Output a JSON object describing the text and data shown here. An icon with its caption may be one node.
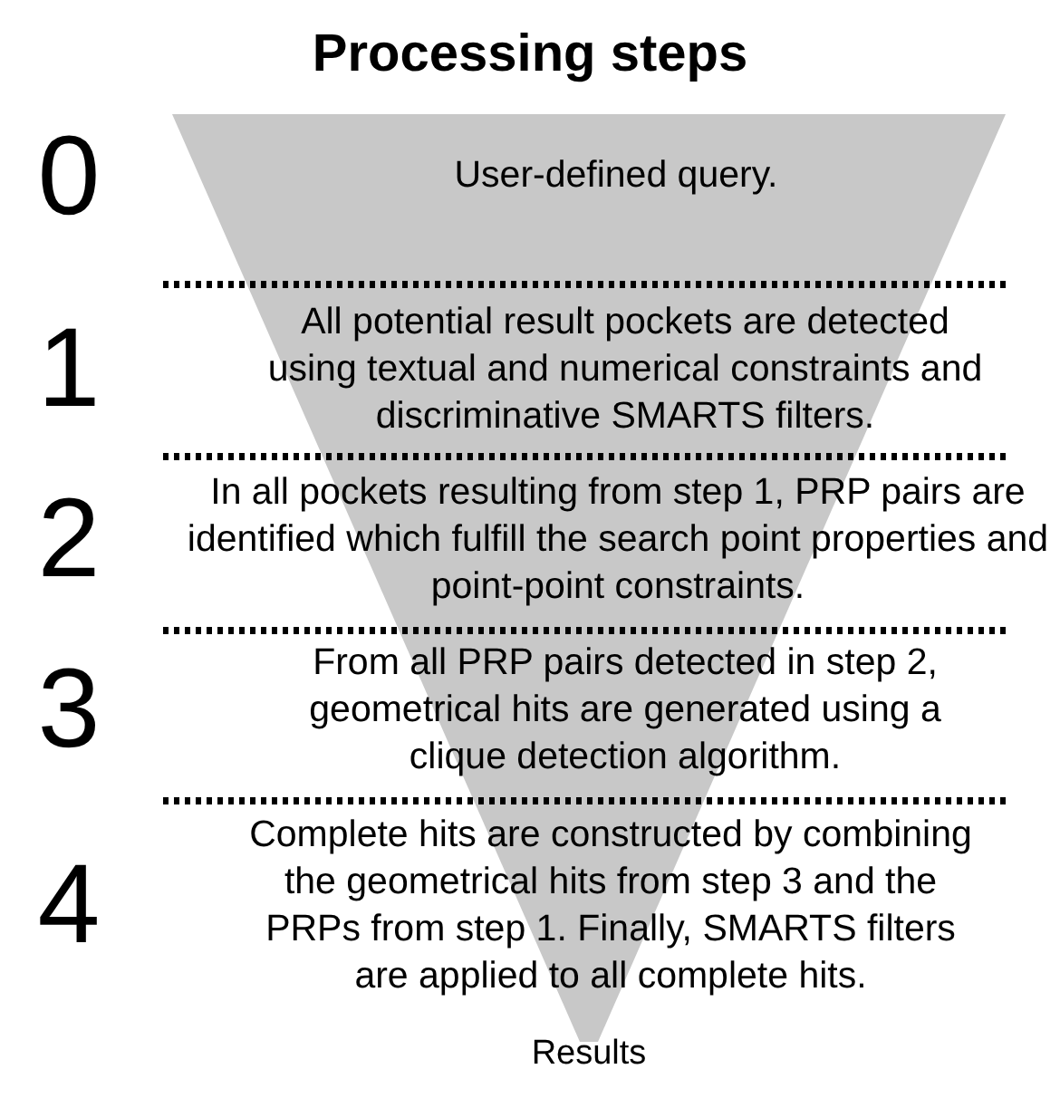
{
  "diagram": {
    "title": "Processing steps",
    "nodes": [
      {
        "text": [
          "User-defined query."
        ]
      },
      {
        "text": [
          "All potential result pockets are detected using textual and numerical constraints and discriminative SMARTS filters."
        ]
      },
      {
        "text": [
          "In all pockets resulting from step 1, PRP pairs are identified which fulfill the search point properties and point-point constraints."
        ]
      },
      {
        "text": [
          "From all PRP pairs detected in step 2, geometrical hits are generated using a clique detection algorithm."
        ]
      },
      {
        "text": [
          "Complete hits are constructed by combining the geometrical hits from step 3 and the PRPs from step 1. Finally, SMARTS filters are applied to all complete hits."
        ]
      }
    ],
    "edges": [],
    "labels": [
      "0",
      "1",
      "2",
      "3",
      "4",
      "Results"
    ]
  }
}
